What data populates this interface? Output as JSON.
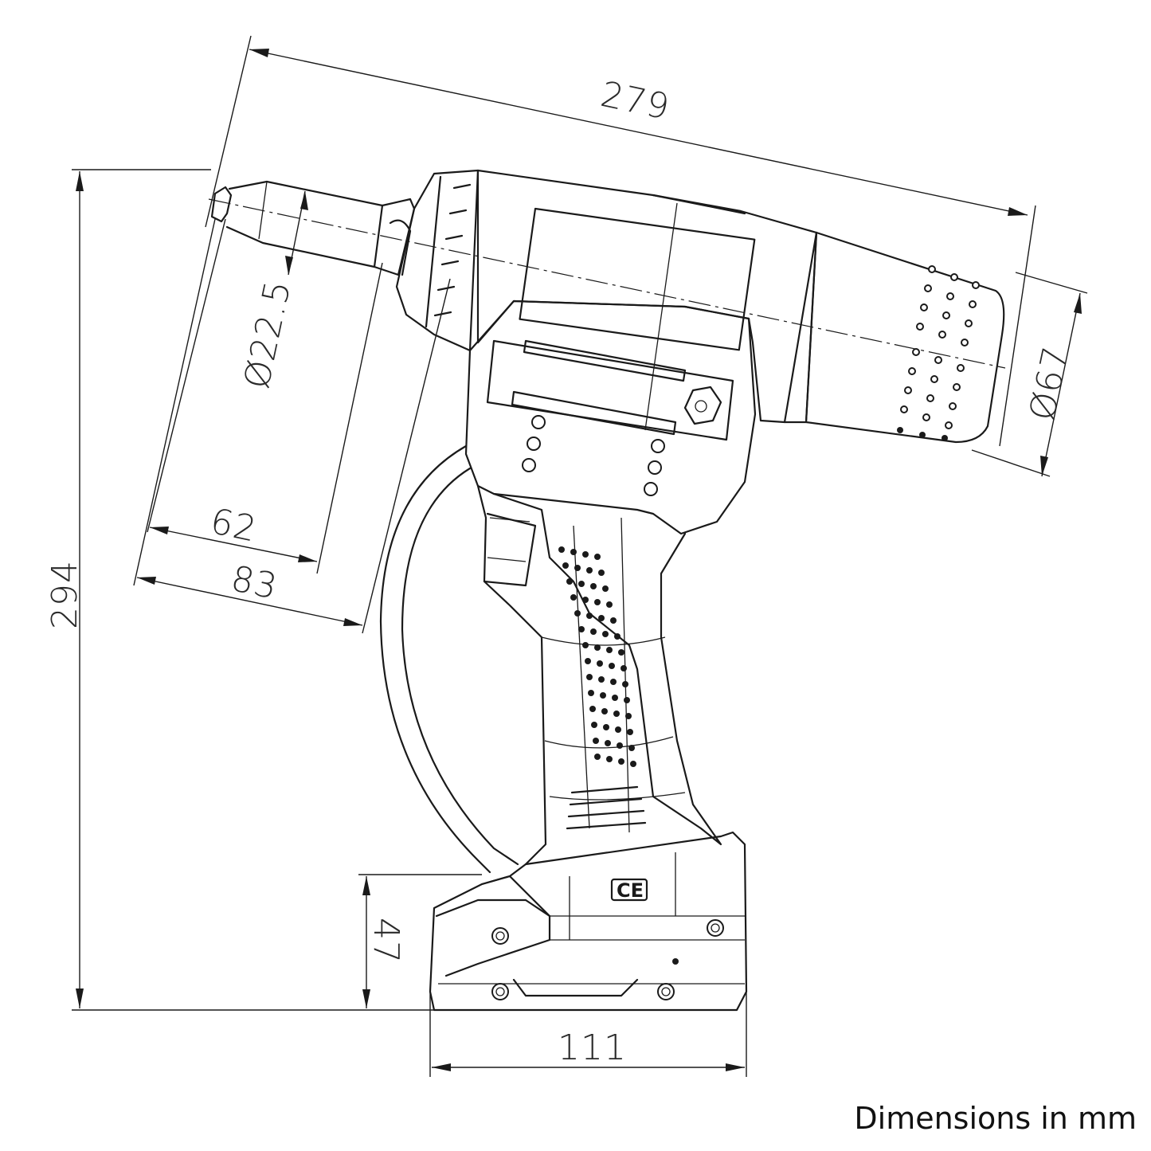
{
  "dimensions": {
    "overall_length": "279",
    "overall_height": "294",
    "nose_diameter": "Ø22.5",
    "body_diameter": "Ø67",
    "nose_offset_inner": "62",
    "nose_offset_outer": "83",
    "battery_height": "47",
    "battery_width": "111"
  },
  "marking": {
    "ce_mark": "CE"
  },
  "caption": "Dimensions in mm"
}
